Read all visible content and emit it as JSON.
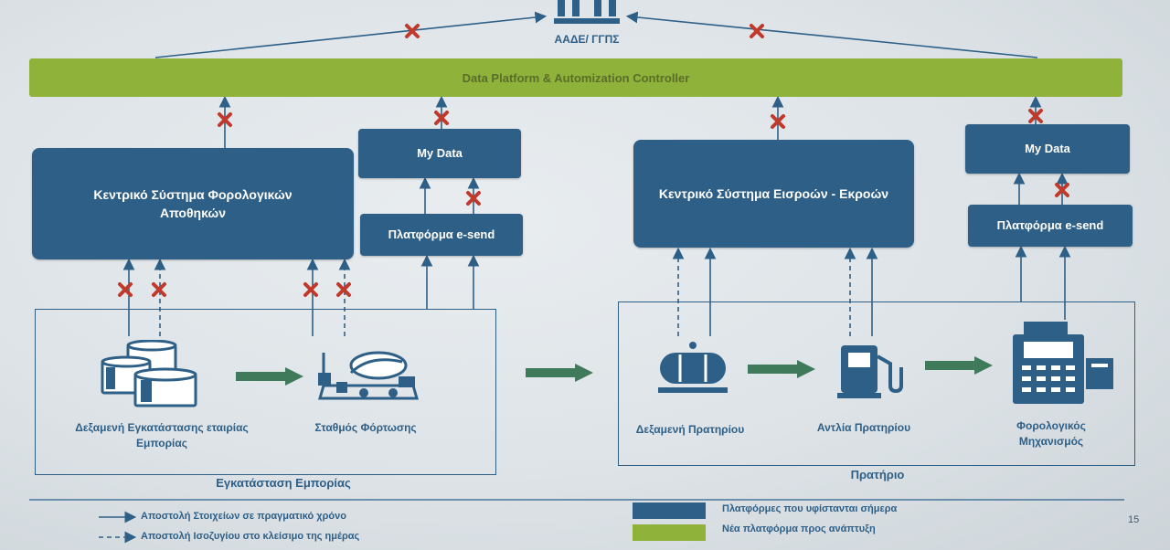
{
  "authority": {
    "label": "ΑΑΔΕ/ ΓΓΠΣ",
    "icon": "government-building-icon"
  },
  "platform_bar": {
    "label": "Data Platform & Automization Controller",
    "color": "#8fb23a"
  },
  "systems": {
    "central_tax_warehouses": "Κεντρικό Σύστημα Φορολογικών\nΑποθηκών",
    "mydata_left": "My Data",
    "esend_left": "Πλατφόρμα e-send",
    "central_in_out": "Κεντρικό Σύστημα Εισροών - Εκροών",
    "mydata_right": "My Data",
    "esend_right": "Πλατφόρμα e-send"
  },
  "trading_facility": {
    "title": "Εγκατάσταση Εμπορίας",
    "tank_label": "Δεξαμενή Εγκατάστασης εταιρίας\nΕμπορίας",
    "loading_label": "Σταθμός Φόρτωσης"
  },
  "station": {
    "title": "Πρατήριο",
    "tank_label": "Δεξαμενή Πρατηρίου",
    "pump_label": "Αντλία Πρατηρίου",
    "fiscal_label": "Φορολογικός\nΜηχανισμός"
  },
  "legend": {
    "realtime": "Αποστολή Στοιχείων σε πραγματικό χρόνο",
    "endofday": "Αποστολή Ισοζυγίου στο κλείσιμο της ημέρας",
    "existing": "Πλατφόρμες που υφίστανται σήμερα",
    "new": "Νέα πλατφόρμα προς ανάπτυξη"
  },
  "colors": {
    "existing": "#2e5f86",
    "new": "#8fb23a",
    "blocked": "#c0392b"
  },
  "page_number": "15"
}
